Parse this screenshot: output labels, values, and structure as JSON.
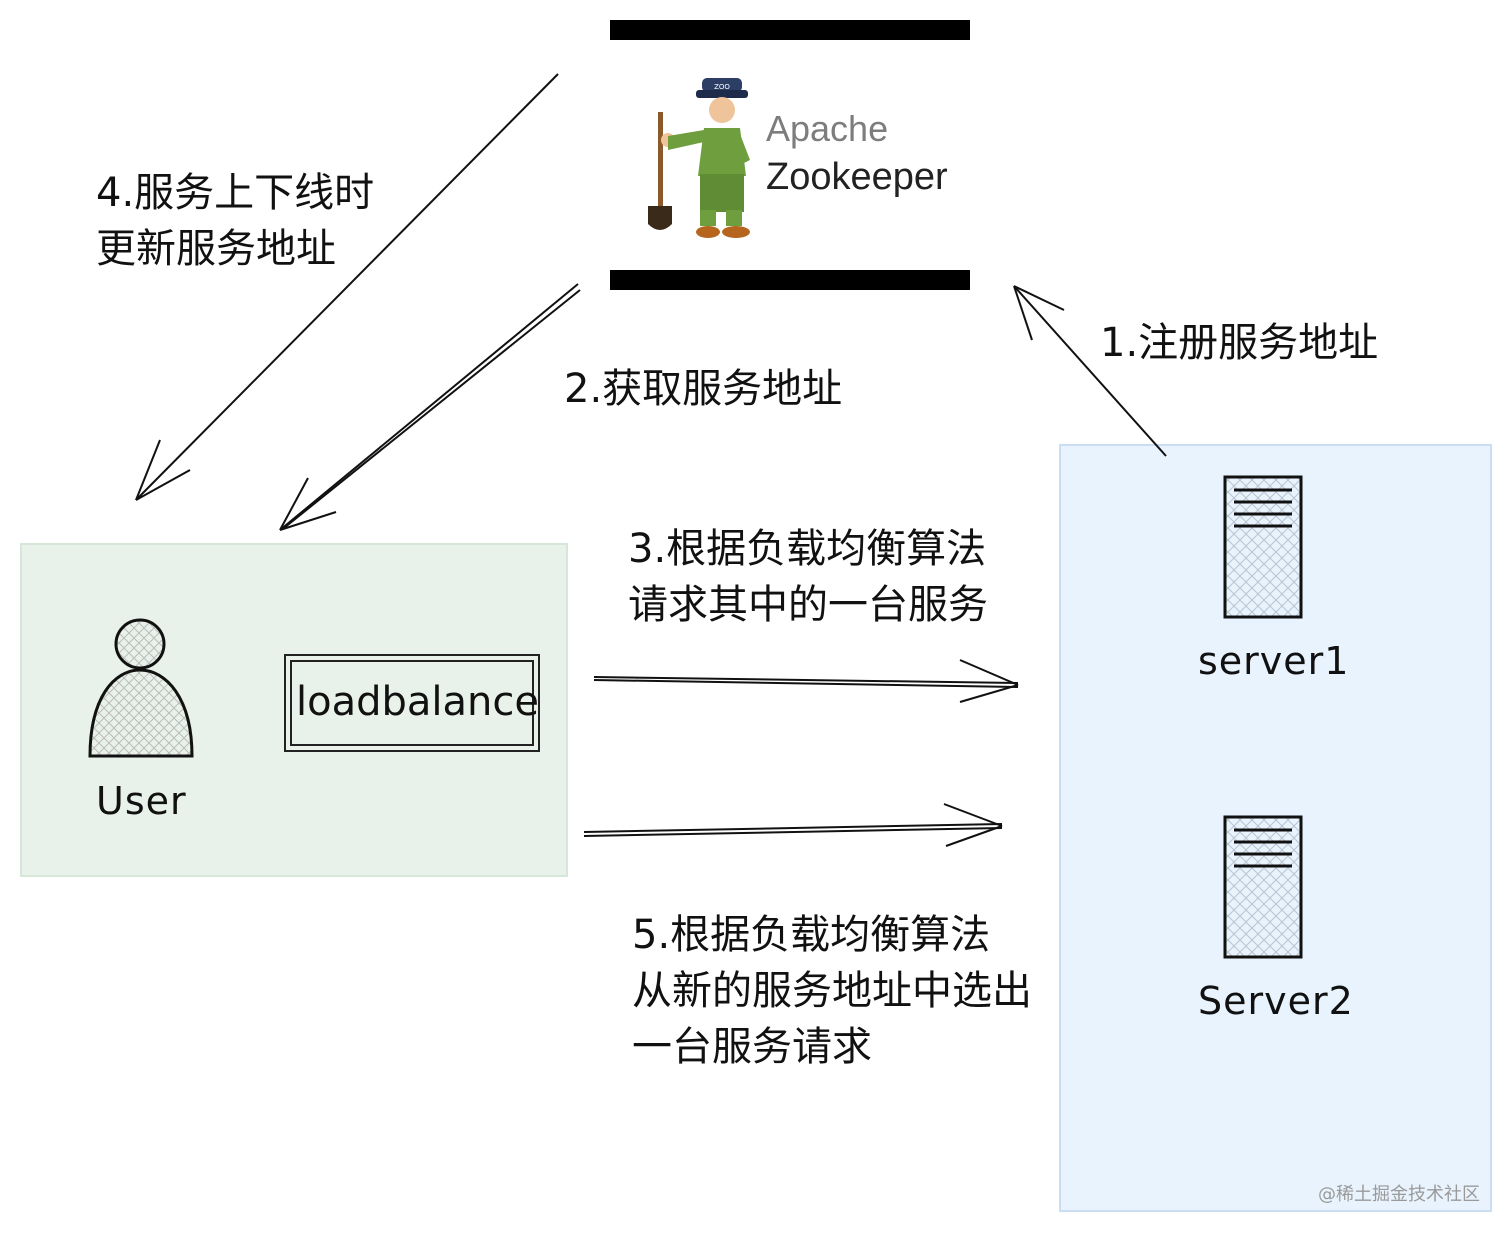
{
  "zookeeper": {
    "apache": "Apache",
    "name": "Zookeeper",
    "cap_text": "ZOO"
  },
  "steps": {
    "register": "1.注册服务地址",
    "fetch": "2.获取服务地址",
    "request_line1": "3.根据负载均衡算法",
    "request_line2": "请求其中的一台服务",
    "update_line1": "4.服务上下线时",
    "update_line2": "更新服务地址",
    "reselect_line1": "5.根据负载均衡算法",
    "reselect_line2": "从新的服务地址中选出",
    "reselect_line3": "一台服务请求"
  },
  "client": {
    "user_label": "User",
    "lb_label": "loadbalance"
  },
  "servers": [
    {
      "label": "server1"
    },
    {
      "label": "Server2"
    }
  ],
  "watermark": "@稀土掘金技术社区",
  "colors": {
    "client_zone": "#e9f2ea",
    "server_zone": "#e8f3fd",
    "zookeeper_green": "#6f9e3f"
  }
}
